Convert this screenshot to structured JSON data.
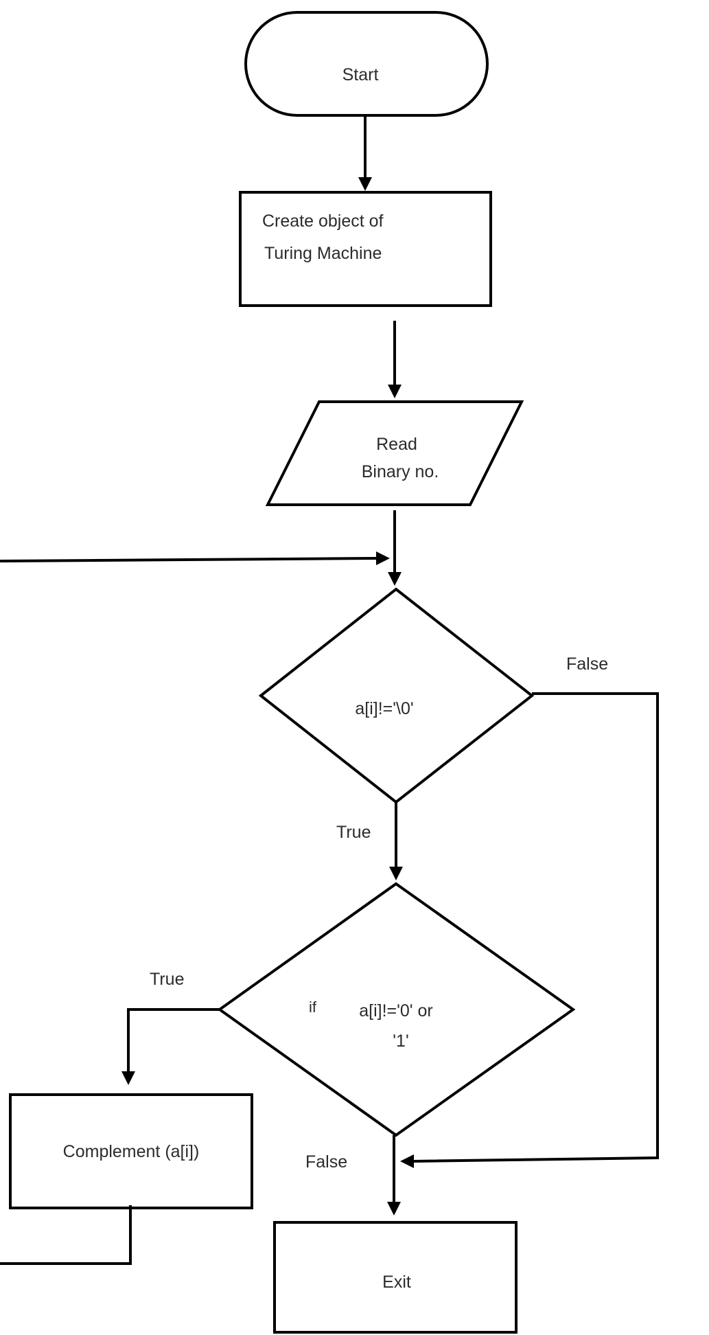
{
  "nodes": {
    "start": "Start",
    "create_line1": "Create object of",
    "create_line2": "Turing Machine",
    "read_line1": "Read",
    "read_line2": "Binary no.",
    "loop_condition": "a[i]!='\\0'",
    "check_if": "if",
    "check_line1": "a[i]!='0' or",
    "check_line2": "'1'",
    "complement": "Complement (a[i])",
    "exit": "Exit"
  },
  "edge_labels": {
    "loop_false": "False",
    "loop_true": "True",
    "check_true": "True",
    "check_false": "False"
  },
  "colors": {
    "stroke": "#000000",
    "fill": "#ffffff",
    "text": "#2b2b2b"
  }
}
